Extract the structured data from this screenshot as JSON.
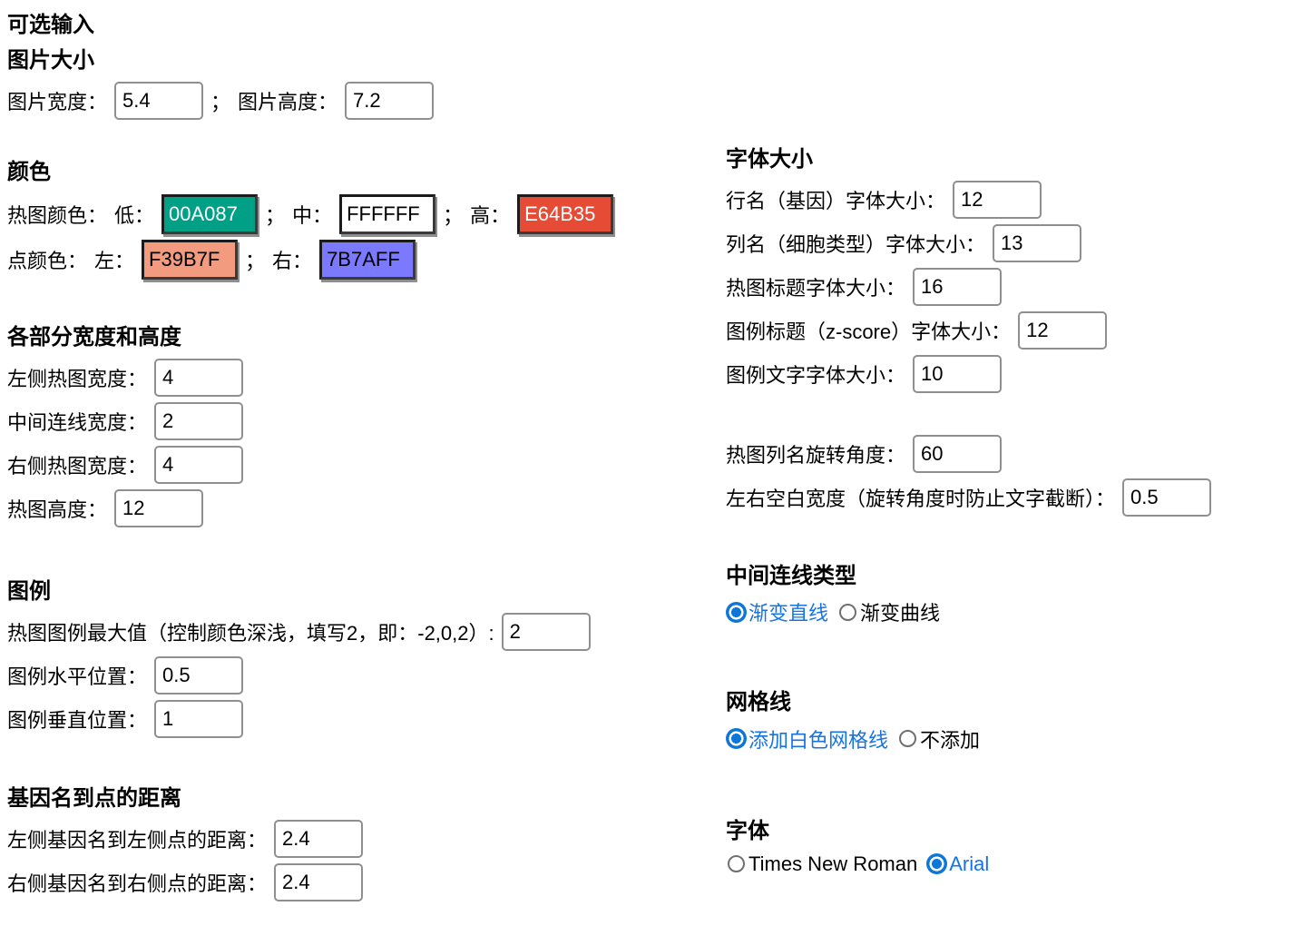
{
  "accent": {
    "blue_text": "#1673E6",
    "radio_blue": "#0C76D9"
  },
  "left": {
    "title": "可选输入",
    "image_size": {
      "heading": "图片大小",
      "width_label": "图片宽度：",
      "width_value": "5.4",
      "sep": "；",
      "height_label": "图片高度：",
      "height_value": "7.2"
    },
    "colors": {
      "heading": "颜色",
      "heatmap_row_label": "热图颜色：",
      "low_label": "低：",
      "low": {
        "value": "00A087",
        "bg": "#00A087",
        "text": "#FFFFFF"
      },
      "sep1": "；",
      "mid_label": "中：",
      "mid": {
        "value": "FFFFFF",
        "bg": "#FFFFFF",
        "text": "#000000"
      },
      "sep2": "；",
      "high_label": "高：",
      "high": {
        "value": "E64B35",
        "bg": "#E64B35",
        "text": "#FFFFFF"
      },
      "dot_row_label": "点颜色：",
      "dot_left_label": "左：",
      "dot_left": {
        "value": "F39B7F",
        "bg": "#F39B7F",
        "text": "#000000"
      },
      "sep3": "；",
      "dot_right_label": "右：",
      "dot_right": {
        "value": "7B7AFF",
        "bg": "#7B7AFF",
        "text": "#000000"
      }
    },
    "dimensions": {
      "heading": "各部分宽度和高度",
      "rows": [
        {
          "label": "左侧热图宽度：",
          "value": "4"
        },
        {
          "label": "中间连线宽度：",
          "value": "2"
        },
        {
          "label": "右侧热图宽度：",
          "value": "4"
        },
        {
          "label": "热图高度：",
          "value": "12"
        }
      ]
    },
    "legend": {
      "heading": "图例",
      "rows": [
        {
          "label": "热图图例最大值（控制颜色深浅，填写2，即：-2,0,2）:",
          "value": "2"
        },
        {
          "label": "图例水平位置：",
          "value": "0.5"
        },
        {
          "label": "图例垂直位置：",
          "value": "1"
        }
      ]
    },
    "gene_distance": {
      "heading": "基因名到点的距离",
      "rows": [
        {
          "label": "左侧基因名到左侧点的距离：",
          "value": "2.4"
        },
        {
          "label": "右侧基因名到右侧点的距离：",
          "value": "2.4"
        }
      ]
    }
  },
  "right": {
    "font_size": {
      "heading": "字体大小",
      "rows": [
        {
          "label": "行名（基因）字体大小：",
          "value": "12"
        },
        {
          "label": "列名（细胞类型）字体大小：",
          "value": "13"
        },
        {
          "label": "热图标题字体大小：",
          "value": "16"
        },
        {
          "label": "图例标题（z-score）字体大小：",
          "value": "12"
        },
        {
          "label": "图例文字字体大小：",
          "value": "10"
        }
      ]
    },
    "rotation": {
      "rows": [
        {
          "label": "热图列名旋转角度：",
          "value": "60"
        },
        {
          "label": "左右空白宽度（旋转角度时防止文字截断）：",
          "value": "0.5"
        }
      ]
    },
    "line_type": {
      "heading": "中间连线类型",
      "options": [
        {
          "label": "渐变直线",
          "selected": true
        },
        {
          "label": "渐变曲线",
          "selected": false
        }
      ]
    },
    "gridline": {
      "heading": "网格线",
      "options": [
        {
          "label": "添加白色网格线",
          "selected": true
        },
        {
          "label": "不添加",
          "selected": false
        }
      ]
    },
    "font": {
      "heading": "字体",
      "options": [
        {
          "label": "Times New Roman",
          "selected": false
        },
        {
          "label": "Arial",
          "selected": true
        }
      ]
    }
  }
}
